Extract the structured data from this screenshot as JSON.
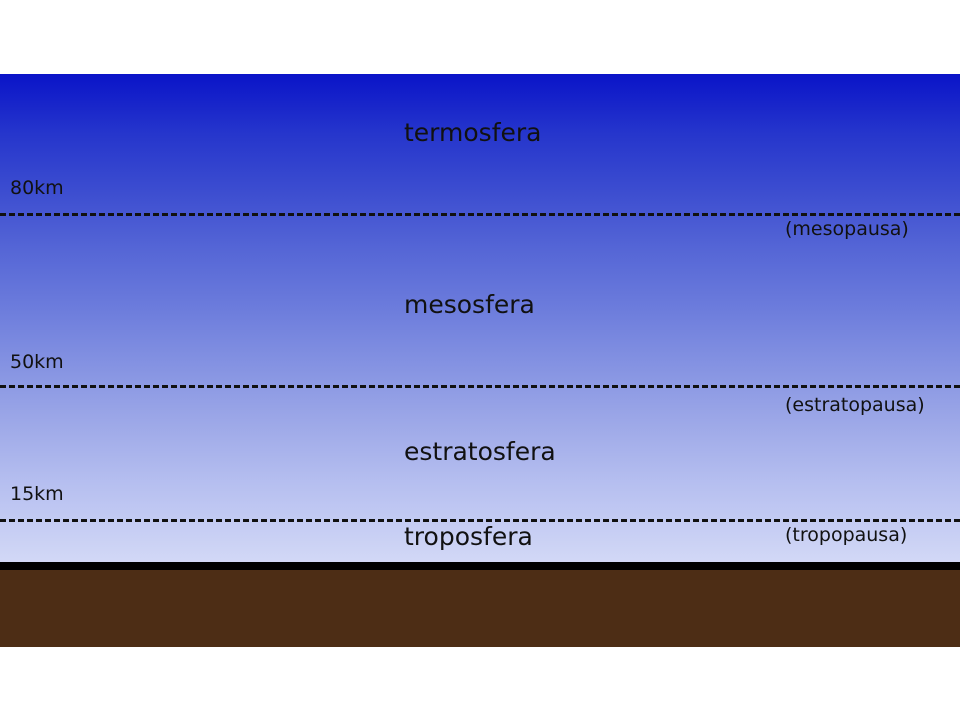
{
  "layers": {
    "thermosphere": "termosfera",
    "mesosphere": "mesosfera",
    "stratosphere": "estratosfera",
    "troposphere": "troposfera"
  },
  "boundaries": {
    "mesopause": {
      "altitude": "80km",
      "name": "(mesopausa)"
    },
    "stratopause": {
      "altitude": "50km",
      "name": "(estratopausa)"
    },
    "tropopause": {
      "altitude": "15km",
      "name": "(tropopausa)"
    }
  },
  "colors": {
    "sky_top": "#0a14c8",
    "sky_bottom": "#d2d8f6",
    "ground": "#4d2d15",
    "surface_line": "#000000"
  }
}
